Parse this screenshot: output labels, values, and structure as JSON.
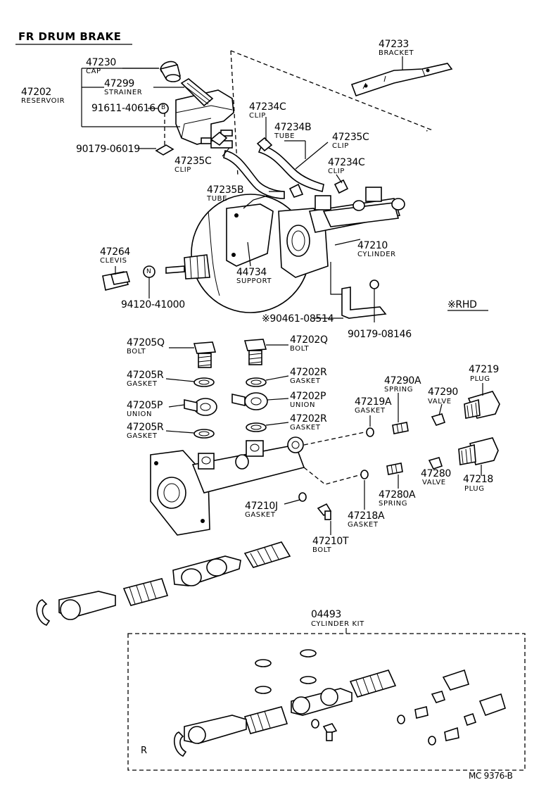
{
  "title": "FR DRUM BRAKE",
  "rhd_label": "※RHD",
  "drawing_code": "MC  9376-B",
  "parts": {
    "p47230": {
      "number": "47230",
      "name": "CAP"
    },
    "p47299": {
      "number": "47299",
      "name": "STRAINER"
    },
    "p47202": {
      "number": "47202",
      "name": "RESERVOIR"
    },
    "p91611": {
      "number": "91611-40616",
      "badge": "B"
    },
    "p90179a": {
      "number": "90179-06019"
    },
    "p47235c_left": {
      "number": "47235C",
      "name": "CLIP"
    },
    "p47234c_top": {
      "number": "47234C",
      "name": "CLIP"
    },
    "p47234b": {
      "number": "47234B",
      "name": "TUBE"
    },
    "p47235c_right": {
      "number": "47235C",
      "name": "CLIP"
    },
    "p47234c_right": {
      "number": "47234C",
      "name": "CLIP"
    },
    "p47233": {
      "number": "47233",
      "name": "BRACKET"
    },
    "p47235b": {
      "number": "47235B",
      "name": "TUBE"
    },
    "p47210": {
      "number": "47210",
      "name": "CYLINDER"
    },
    "p47264": {
      "number": "47264",
      "name": "CLEVIS"
    },
    "p94120": {
      "number": "94120-41000",
      "badge": "N"
    },
    "p44734": {
      "number": "44734",
      "name": "SUPPORT"
    },
    "p90461": {
      "number": "※90461-08514"
    },
    "p90179b": {
      "number": "90179-08146"
    },
    "p47205q": {
      "number": "47205Q",
      "name": "BOLT"
    },
    "p47202q": {
      "number": "47202Q",
      "name": "BOLT"
    },
    "p47205r_a": {
      "number": "47205R",
      "name": "GASKET"
    },
    "p47202r_a": {
      "number": "47202R",
      "name": "GASKET"
    },
    "p47205p": {
      "number": "47205P",
      "name": "UNION"
    },
    "p47202p": {
      "number": "47202P",
      "name": "UNION"
    },
    "p47205r_b": {
      "number": "47205R",
      "name": "GASKET"
    },
    "p47202r_b": {
      "number": "47202R",
      "name": "GASKET"
    },
    "p47290a": {
      "number": "47290A",
      "name": "SPRING"
    },
    "p47219a": {
      "number": "47219A",
      "name": "GASKET"
    },
    "p47290": {
      "number": "47290",
      "name": "VALVE"
    },
    "p47219": {
      "number": "47219",
      "name": "PLUG"
    },
    "p47280": {
      "number": "47280",
      "name": "VALVE"
    },
    "p47218": {
      "number": "47218",
      "name": "PLUG"
    },
    "p47280a": {
      "number": "47280A",
      "name": "SPRING"
    },
    "p47218a": {
      "number": "47218A",
      "name": "GASKET"
    },
    "p47210j": {
      "number": "47210J",
      "name": "GASKET"
    },
    "p47210t": {
      "number": "47210T",
      "name": "BOLT"
    },
    "p04493": {
      "number": "04493",
      "name": "CYLINDER KIT"
    },
    "kit_mark": {
      "number": "R"
    }
  }
}
